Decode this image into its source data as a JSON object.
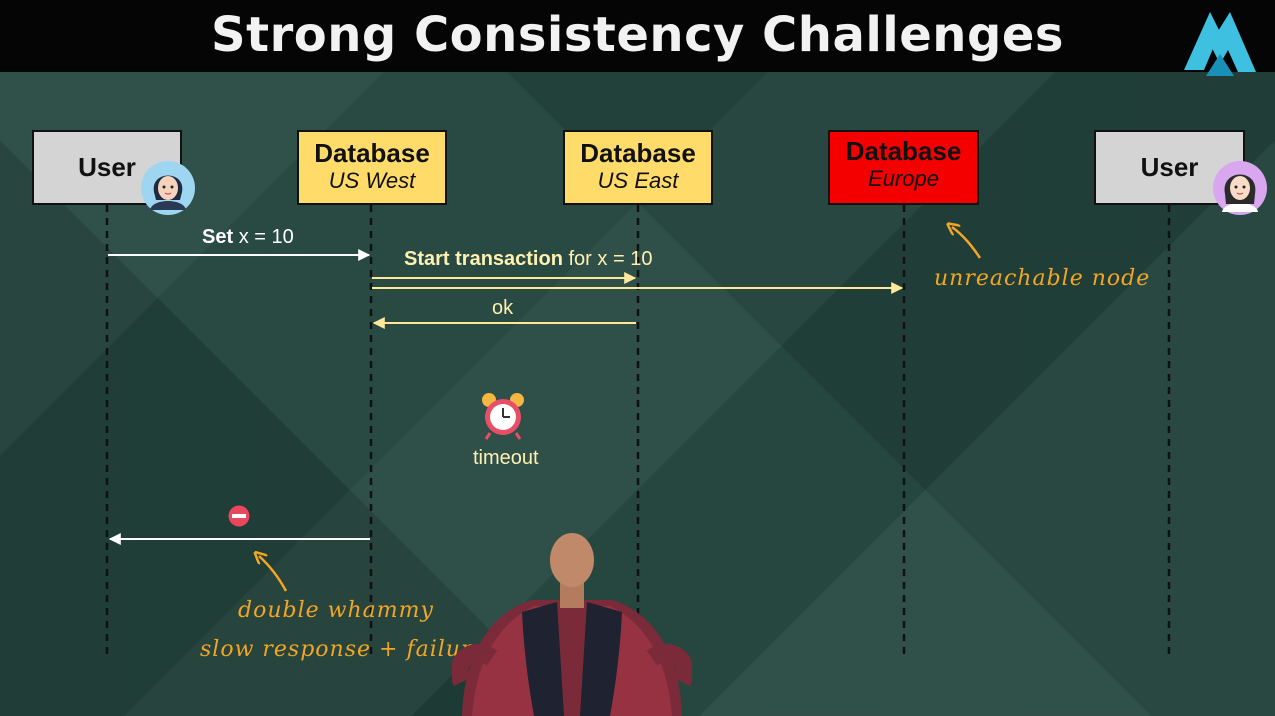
{
  "title": "Strong Consistency Challenges",
  "nodes": [
    {
      "name": "User",
      "location": ""
    },
    {
      "name": "Database",
      "location": "US West"
    },
    {
      "name": "Database",
      "location": "US East"
    },
    {
      "name": "Database",
      "location": "Europe"
    },
    {
      "name": "User",
      "location": ""
    }
  ],
  "messages": {
    "set_bold": "Set",
    "set_rest": "x = 10",
    "start_bold": "Start transaction",
    "start_rest": "for x = 10",
    "ok": "ok",
    "timeout": "timeout"
  },
  "annotations": {
    "unreachable": "unreachable node",
    "double_whammy": "double whammy",
    "slow_failure": "slow response + failure"
  },
  "colors": {
    "title_bar": "#050505",
    "background": "#1f3f38",
    "user_box": "#d4d4d4",
    "db_box": "#ffdc6a",
    "unreachable_db_box": "#f40000",
    "arrow_white": "#ffffff",
    "arrow_yellow": "#ffe89a",
    "annotation": "#f2a623"
  },
  "icons": [
    "logo-icon",
    "user-avatar-icon",
    "alarm-clock-icon",
    "no-entry-icon",
    "presenter-photo"
  ]
}
